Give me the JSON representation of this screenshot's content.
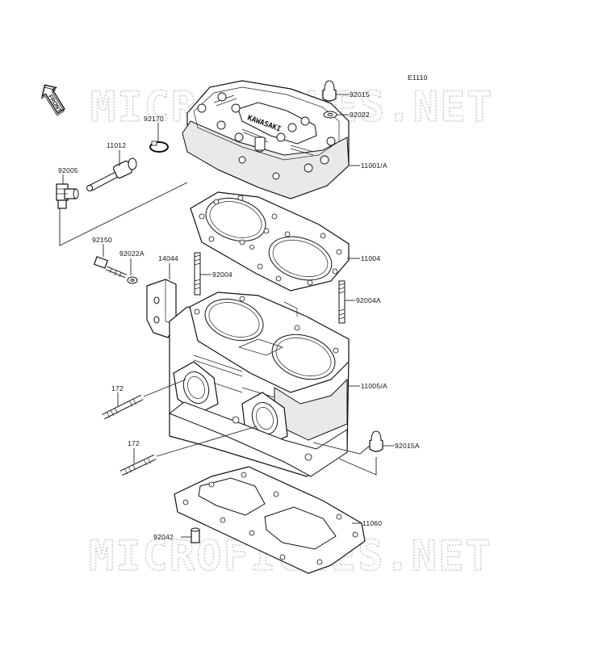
{
  "diagram_code": "E1110",
  "front_badge": "FRONT",
  "watermark": "MICROFICHES.NET",
  "head_stamp": "KAWASAKI",
  "parts": {
    "p92015": "92015",
    "p92022": "92022",
    "p92170": "92170",
    "p11012": "11012",
    "p11001A": "11001/A",
    "p92005": "92005",
    "p11004": "11004",
    "p92150": "92150",
    "p92022A": "92022A",
    "p14044": "14044",
    "p92004": "92004",
    "p92004A": "92004A",
    "p11005A": "11005/A",
    "p172a": "172",
    "p172b": "172",
    "p92015A": "92015A",
    "p11060": "11060",
    "p92042": "92042"
  }
}
